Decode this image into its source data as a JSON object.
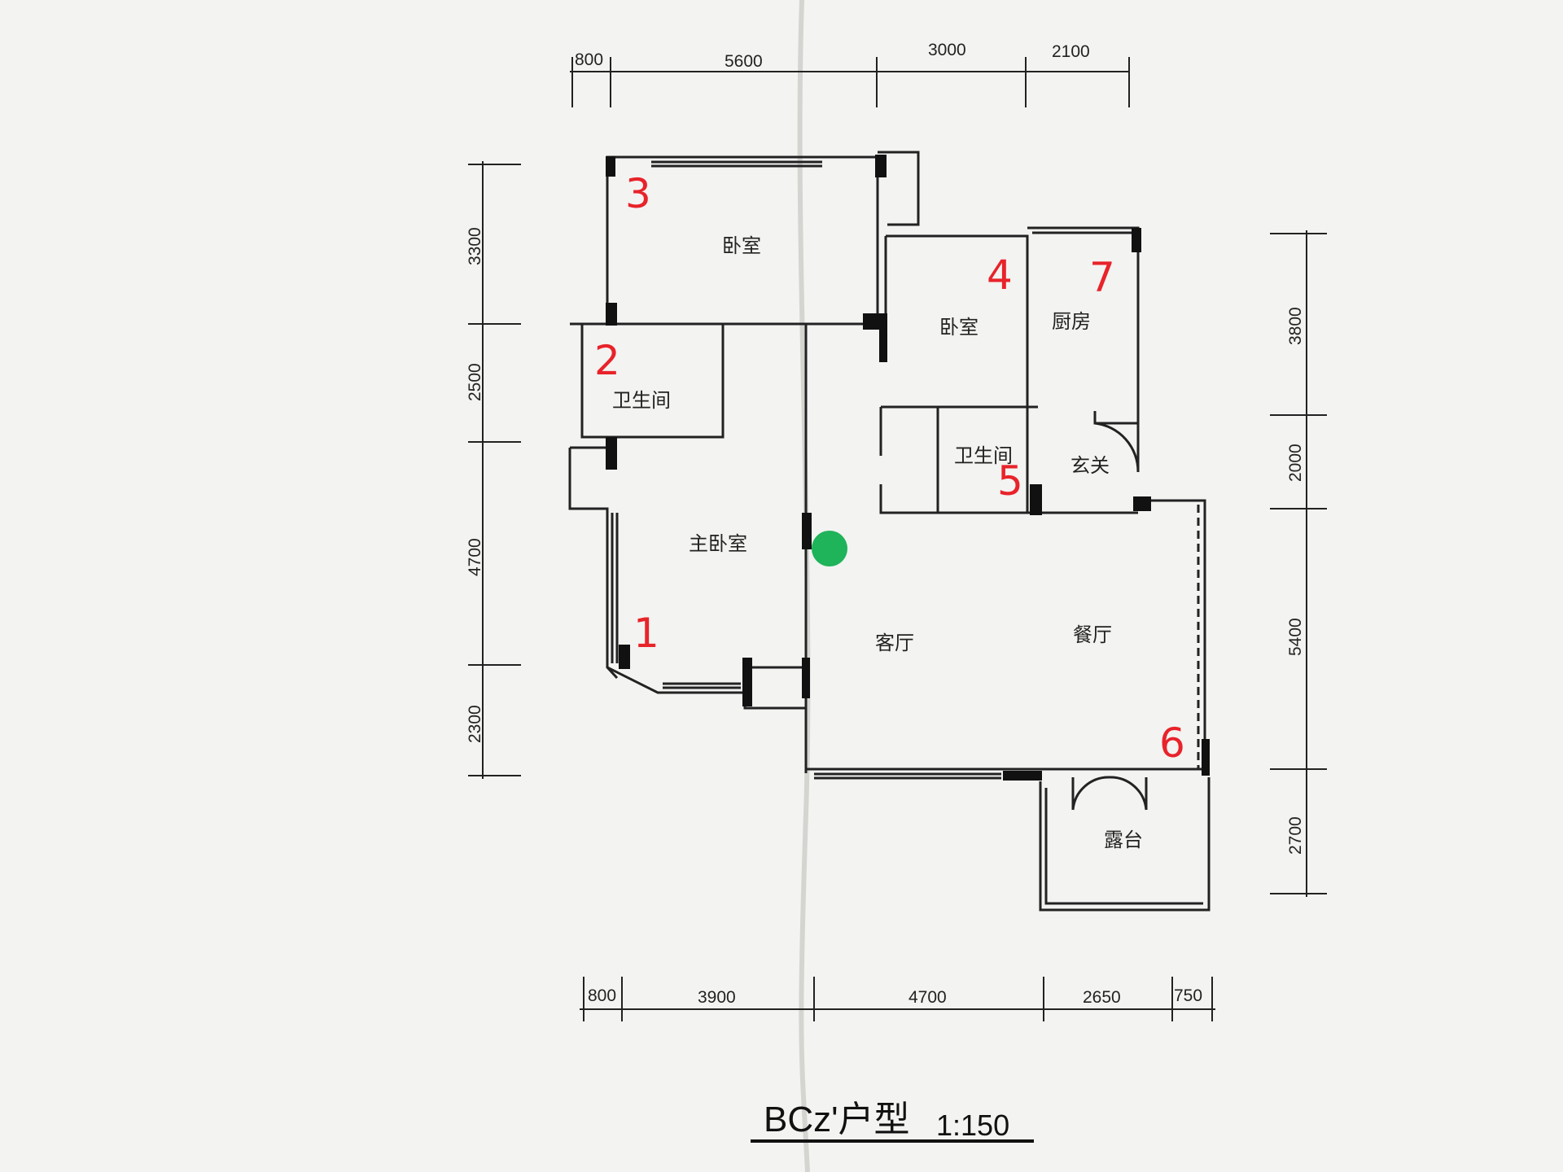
{
  "dimensions": {
    "top": [
      "800",
      "5600",
      "3000",
      "2100"
    ],
    "bottom": [
      "800",
      "3900",
      "4700",
      "2650",
      "750"
    ],
    "left": [
      "3300",
      "2500",
      "4700",
      "2300"
    ],
    "right": [
      "3800",
      "2000",
      "5400",
      "2700"
    ]
  },
  "rooms": {
    "bedroom_top": "卧室",
    "bathroom_left": "卫生间",
    "master_bedroom": "主卧室",
    "bedroom_mid": "卧室",
    "kitchen": "厨房",
    "bathroom_mid": "卫生间",
    "entrance": "玄关",
    "living_room": "客厅",
    "dining_room": "餐厅",
    "terrace": "露台"
  },
  "markers": [
    "1",
    "2",
    "3",
    "4",
    "5",
    "6",
    "7"
  ],
  "title": {
    "name": "BCz'户型",
    "scale": "1:150"
  },
  "colors": {
    "marker": "#e8232a",
    "dot": "#1fb35a",
    "wall": "#111111",
    "paper": "#f3f3f1"
  }
}
